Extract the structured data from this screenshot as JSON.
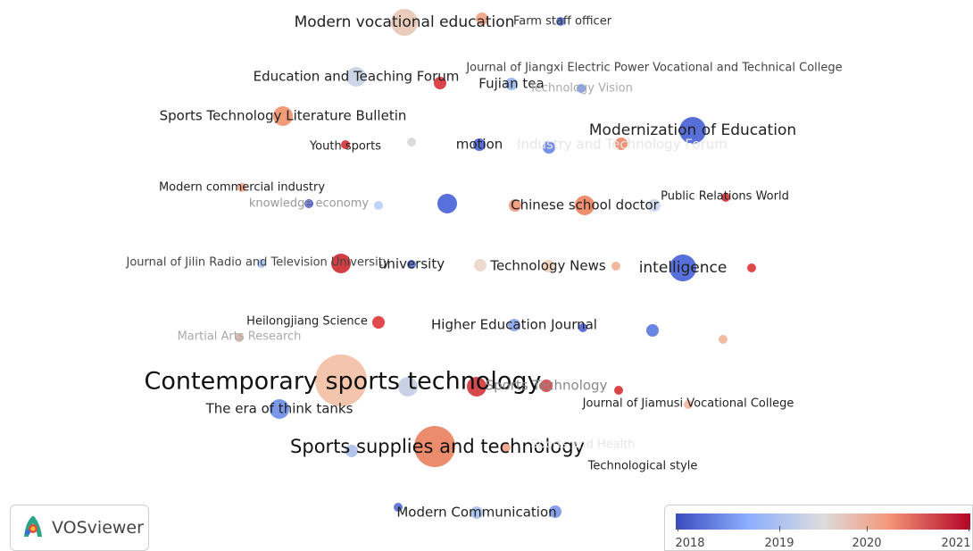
{
  "app": {
    "name": "VOSviewer"
  },
  "legend": {
    "years": [
      "2018",
      "2019",
      "2020",
      "2021"
    ],
    "colors": [
      "#3a4cc0",
      "#8db0fe",
      "#dddcdc",
      "#f4987a",
      "#b40426"
    ]
  },
  "labels": [
    {
      "text": "Modern vocational education",
      "color": "#222222",
      "weight": "strong"
    },
    {
      "text": "Farm staff officer",
      "color": "#333333",
      "weight": "small"
    },
    {
      "text": "Journal of Jiangxi Electric Power Vocational and Technical College",
      "color": "#444444",
      "weight": "small"
    },
    {
      "text": "Education and Teaching Forum",
      "color": "#222222",
      "weight": "medium"
    },
    {
      "text": "Fujian tea",
      "color": "#222222",
      "weight": "medium"
    },
    {
      "text": "Technology Vision",
      "color": "#aaaaaa",
      "weight": "small"
    },
    {
      "text": "Sports Technology Literature Bulletin",
      "color": "#222222",
      "weight": "medium"
    },
    {
      "text": "Modernization of Education",
      "color": "#222222",
      "weight": "strong"
    },
    {
      "text": "Youth sports",
      "color": "#222222",
      "weight": "small"
    },
    {
      "text": "motion",
      "color": "#222222",
      "weight": "medium"
    },
    {
      "text": "Industry and Technology Forum",
      "color": "#e6e6e6",
      "weight": "medium"
    },
    {
      "text": "Modern commercial industry",
      "color": "#222222",
      "weight": "small"
    },
    {
      "text": "knowledge economy",
      "color": "#999999",
      "weight": "small"
    },
    {
      "text": "Chinese school doctor",
      "color": "#222222",
      "weight": "medium"
    },
    {
      "text": "Public Relations World",
      "color": "#222222",
      "weight": "small"
    },
    {
      "text": "Journal of Jilin Radio and Television University",
      "color": "#444444",
      "weight": "small"
    },
    {
      "text": "university",
      "color": "#222222",
      "weight": "medium"
    },
    {
      "text": "Technology News",
      "color": "#222222",
      "weight": "medium"
    },
    {
      "text": "intelligence",
      "color": "#222222",
      "weight": "strong"
    },
    {
      "text": "Heilongjiang Science",
      "color": "#222222",
      "weight": "small"
    },
    {
      "text": "Higher Education Journal",
      "color": "#222222",
      "weight": "medium"
    },
    {
      "text": "Martial Arts Research",
      "color": "#aaaaaa",
      "weight": "small"
    },
    {
      "text": "Contemporary sports technology",
      "color": "#111111",
      "weight": "huge"
    },
    {
      "text": "Sports Technology",
      "color": "#888888",
      "weight": "medium"
    },
    {
      "text": "Journal of Jiamusi Vocational College",
      "color": "#222222",
      "weight": "small"
    },
    {
      "text": "The era of think tanks",
      "color": "#222222",
      "weight": "medium"
    },
    {
      "text": "Sports supplies and technology",
      "color": "#111111",
      "weight": "large"
    },
    {
      "text": "Sports and Health",
      "color": "#e6e6e6",
      "weight": "small"
    },
    {
      "text": "Technological style",
      "color": "#222222",
      "weight": "small"
    },
    {
      "text": "Modern Communication",
      "color": "#222222",
      "weight": "medium"
    }
  ],
  "nodes": [
    {
      "color": "#e8c8b6",
      "size": "l"
    },
    {
      "color": "#f2a486",
      "size": "s"
    },
    {
      "color": "#5b7be0",
      "size": "xs"
    },
    {
      "color": "#c9d2e6",
      "size": "m"
    },
    {
      "color": "#d8343a",
      "size": "s"
    },
    {
      "color": "#9bb7f0",
      "size": "s"
    },
    {
      "color": "#7d9bec",
      "size": "xs"
    },
    {
      "color": "#f0936e",
      "size": "m"
    },
    {
      "color": "#4a63d6",
      "size": "l"
    },
    {
      "color": "#d8343a",
      "size": "xs"
    },
    {
      "color": "#d8d8dc",
      "size": "xs"
    },
    {
      "color": "#4b64d6",
      "size": "s"
    },
    {
      "color": "#6b85e6",
      "size": "s"
    },
    {
      "color": "#ee8a66",
      "size": "s"
    },
    {
      "color": "#f1a58a",
      "size": "xs"
    },
    {
      "color": "#4058cf",
      "size": "xs"
    },
    {
      "color": "#b9d0f7",
      "size": "xs"
    },
    {
      "color": "#4a64d8",
      "size": "m"
    },
    {
      "color": "#f29a7b",
      "size": "s"
    },
    {
      "color": "#ee8563",
      "size": "m"
    },
    {
      "color": "#ccd8f0",
      "size": "s"
    },
    {
      "color": "#d0343a",
      "size": "xs"
    },
    {
      "color": "#a9c2f2",
      "size": "xs"
    },
    {
      "color": "#d02c34",
      "size": "m"
    },
    {
      "color": "#5b76e0",
      "size": "xs"
    },
    {
      "color": "#ecd8cb",
      "size": "s"
    },
    {
      "color": "#f2cfba",
      "size": "s"
    },
    {
      "color": "#4a64d8",
      "size": "l"
    },
    {
      "color": "#dd3a3a",
      "size": "xs"
    },
    {
      "color": "#f0b197",
      "size": "xs"
    },
    {
      "color": "#e0393d",
      "size": "s"
    },
    {
      "color": "#8aa6ee",
      "size": "s"
    },
    {
      "color": "#4f66d8",
      "size": "xs"
    },
    {
      "color": "#5e7be2",
      "size": "s"
    },
    {
      "color": "#f2b59c",
      "size": "xs"
    },
    {
      "color": "#d4b6a6",
      "size": "xs"
    },
    {
      "color": "#f2c0a6",
      "size": "xl"
    },
    {
      "color": "#c3cde3",
      "size": "m"
    },
    {
      "color": "#d23a3e",
      "size": "m"
    },
    {
      "color": "#d44a4a",
      "size": "s"
    },
    {
      "color": "#d8343a",
      "size": "xs"
    },
    {
      "color": "#f1b89e",
      "size": "xs"
    },
    {
      "color": "#6f8fe8",
      "size": "m"
    },
    {
      "color": "#aebfe8",
      "size": "s"
    },
    {
      "color": "#e98360",
      "size": "xxl"
    },
    {
      "color": "#f1a489",
      "size": "xs"
    },
    {
      "color": "#5b6fd6",
      "size": "xs"
    },
    {
      "color": "#a7c0ef",
      "size": "s"
    },
    {
      "color": "#7f99ea",
      "size": "s"
    }
  ]
}
